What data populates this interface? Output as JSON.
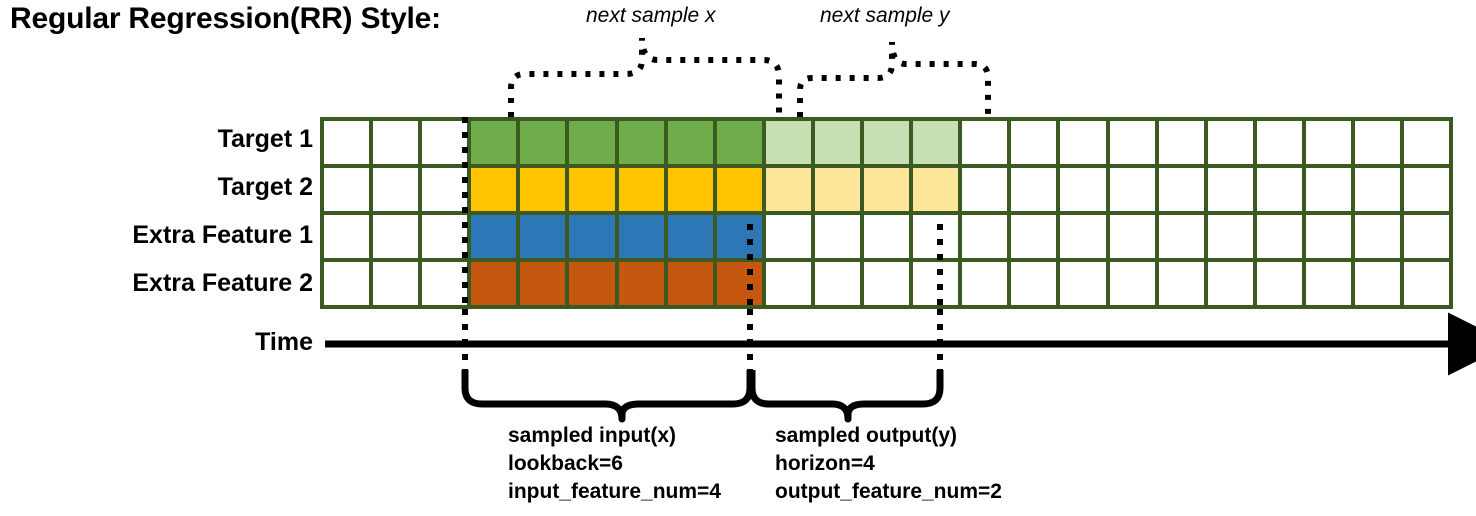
{
  "title": "Regular Regression(RR) Style:",
  "axis": {
    "time_label": "Time",
    "arrow_icon": "arrow-right-icon"
  },
  "rows": [
    {
      "label": "Target 1",
      "key": "target-1"
    },
    {
      "label": "Target 2",
      "key": "target-2"
    },
    {
      "label": "Extra Feature 1",
      "key": "extra-feature-1"
    },
    {
      "label": "Extra Feature 2",
      "key": "extra-feature-2"
    }
  ],
  "grid": {
    "total_columns": 23,
    "lead_blank_columns": 3,
    "input_columns": 6,
    "output_columns": 4,
    "trailing_blank_columns": 10,
    "cells": [
      [
        "white",
        "white",
        "white",
        "green",
        "green",
        "green",
        "green",
        "green",
        "green",
        "green-light",
        "green-light",
        "green-light",
        "green-light",
        "white",
        "white",
        "white",
        "white",
        "white",
        "white",
        "white",
        "white",
        "white",
        "white"
      ],
      [
        "white",
        "white",
        "white",
        "yellow",
        "yellow",
        "yellow",
        "yellow",
        "yellow",
        "yellow",
        "yellow-light",
        "yellow-light",
        "yellow-light",
        "yellow-light",
        "white",
        "white",
        "white",
        "white",
        "white",
        "white",
        "white",
        "white",
        "white",
        "white"
      ],
      [
        "white",
        "white",
        "white",
        "blue",
        "blue",
        "blue",
        "blue",
        "blue",
        "blue",
        "white",
        "white",
        "white",
        "white",
        "white",
        "white",
        "white",
        "white",
        "white",
        "white",
        "white",
        "white",
        "white",
        "white"
      ],
      [
        "white",
        "white",
        "white",
        "orange",
        "orange",
        "orange",
        "orange",
        "orange",
        "orange",
        "white",
        "white",
        "white",
        "white",
        "white",
        "white",
        "white",
        "white",
        "white",
        "white",
        "white",
        "white",
        "white",
        "white"
      ]
    ]
  },
  "top_annotations": [
    {
      "key": "next-sample-x",
      "text": "next sample x"
    },
    {
      "key": "next-sample-y",
      "text": "next sample y"
    }
  ],
  "bottom_annotations": [
    {
      "key": "sampled-input",
      "lines": [
        "sampled input(x)",
        "lookback=6",
        "input_feature_num=4"
      ]
    },
    {
      "key": "sampled-output",
      "lines": [
        "sampled output(y)",
        "horizon=4",
        "output_feature_num=2"
      ]
    }
  ],
  "colors": {
    "grid_border": "#3a5a22",
    "green": "#70ac49",
    "green_light": "#c7dfb2",
    "yellow": "#ffc300",
    "yellow_light": "#fde599",
    "blue": "#2e77b6",
    "orange": "#c5570e",
    "ink": "#000000",
    "background": "#ffffff"
  }
}
